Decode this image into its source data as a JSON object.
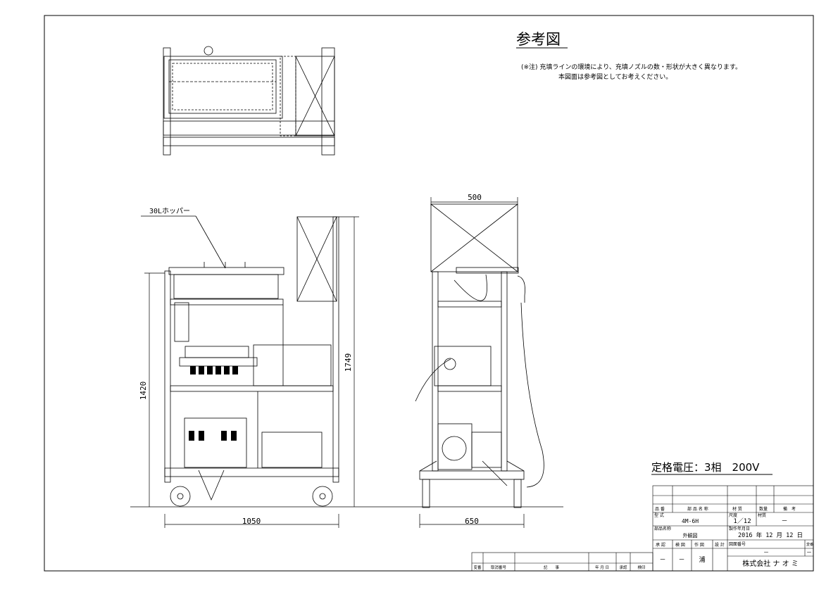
{
  "header": {
    "title": "参考図",
    "note_line1": "(※注) 充填ラインの環境により、充填ノズルの数・形状が大きく異なります。",
    "note_line2": "本図面は参考図としてお考えください。"
  },
  "front_view": {
    "hopper_label": "30Lホッパー",
    "width_dim": "1050",
    "height_dim": "1420",
    "total_height_dim": "1749"
  },
  "side_view": {
    "top_width_dim": "500",
    "base_width_dim": "650"
  },
  "rated_voltage": "定格電圧：3相　200V",
  "title_block": {
    "col_item_no": "品 番",
    "col_part_name": "部 品 名 称",
    "col_material": "材 質",
    "col_qty": "数量",
    "col_remarks": "備　考",
    "model_label": "型 式",
    "model_value": "4M-6H",
    "scale_label": "尺度",
    "scale_value": "1／12",
    "material_label": "材質",
    "material_value": "－",
    "part_name_label": "部品名称",
    "part_name_value": "外観図",
    "date_label": "製作年月日",
    "date_value": "2016 年 12 月 12 日",
    "roles": [
      "承 認",
      "検 図",
      "作 図",
      "設 計"
    ],
    "drawing_no_label": "図面番号",
    "drawing_no_value": "－",
    "revision_label": "変番",
    "revision_value": "－",
    "approve_value": "－",
    "check_value": "－",
    "drawn_value": "浦",
    "company": "株式会社 ナ オ ミ"
  },
  "revision_table": {
    "headers": [
      "変番",
      "取消番号",
      "記　　事",
      "年 月 日",
      "承認",
      "検印"
    ]
  }
}
